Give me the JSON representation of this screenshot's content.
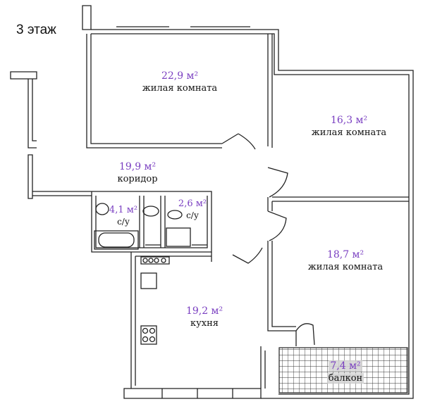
{
  "floor_label": "3 этаж",
  "rooms": {
    "living_1": {
      "area": "22,9 м²",
      "name": "жилая комната"
    },
    "living_2": {
      "area": "16,3 м²",
      "name": "жилая комната"
    },
    "corridor": {
      "area": "19,9 м²",
      "name": "коридор"
    },
    "bath_1": {
      "area": "4,1 м²",
      "name": "с/у"
    },
    "bath_2": {
      "area": "2,6 м²",
      "name": "с/у"
    },
    "living_3": {
      "area": "18,7 м²",
      "name": "жилая комната"
    },
    "kitchen": {
      "area": "19,2 м²",
      "name": "кухня"
    },
    "balcony": {
      "area": "7,4 м²",
      "name": "балкон"
    }
  },
  "colors": {
    "area_text": "#7a3fc1",
    "wall": "#222222"
  }
}
